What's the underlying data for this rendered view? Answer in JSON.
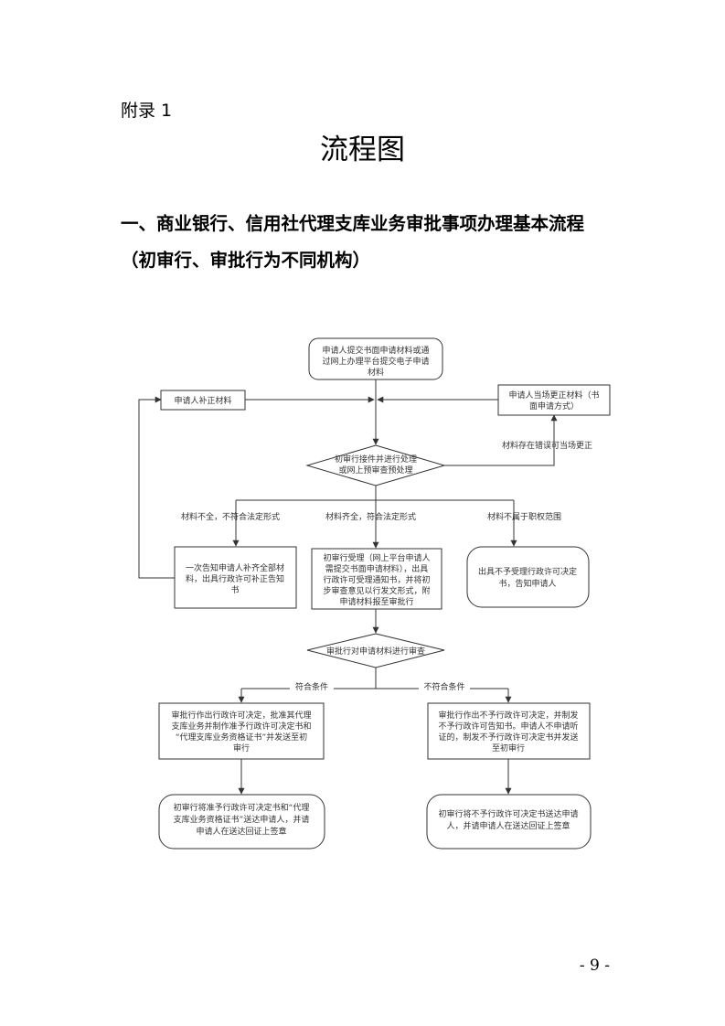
{
  "header": {
    "appendix_label": "附录 1",
    "title": "流程图",
    "heading": "一、商业银行、信用社代理支库业务审批事项办理基本流程",
    "subheading": "（初审行、审批行为不同机构）"
  },
  "flowchart": {
    "start_box": [
      "申请人提交书面申请材料或通",
      "过网上办理平台提交电子申请",
      "材料"
    ],
    "supplement_box": "申请人补正材料",
    "onsite_correction_box": [
      "申请人当场更正材料（书",
      "面申请方式）"
    ],
    "preliminary_diamond": [
      "初审行接件并进行处理",
      "或网上预审查预处理"
    ],
    "onsite_correction_label": "材料存在错误可当场更正",
    "incomplete_label": "材料不全，不符合法定形式",
    "complete_label": "材料齐全，符合法定形式",
    "out_of_scope_label": "材料不属于职权范围",
    "notify_box": [
      "一次告知申请人补齐全部材",
      "料，出具行政许可补正告知",
      "书"
    ],
    "accept_box": [
      "初审行受理（网上平台申请人",
      "需提交书面申请材料），出具",
      "行政许可受理通知书，并将初",
      "步审查意见以行发文形式，附",
      "申请材料报至审批行"
    ],
    "reject_box": [
      "出具不予受理行政许可决定",
      "书，告知申请人"
    ],
    "review_diamond": "审批行对申请材料进行审查",
    "meets_label": "符合条件",
    "not_meets_label": "不符合条件",
    "approve_box": [
      "审批行作出行政许可决定，批准其代理",
      "支库业务并制作准予行政许可决定书和",
      "“代理支库业务资格证书”并发送至初",
      "审行"
    ],
    "deny_box": [
      "审批行作出不予行政许可决定，并制发",
      "不予行政许可告知书。申请人不申请听",
      "证的，制发不予行政许可决定书并发送",
      "至初审行"
    ],
    "approve_deliver_box": [
      "初审行将准予行政许可决定书和“代理",
      "支库业务资格证书”送达申请人，并请",
      "申请人在送达回证上签章"
    ],
    "deny_deliver_box": [
      "初审行将不予行政许可决定书送达申请",
      "人，并请申请人在送达回证上签章"
    ]
  },
  "footer": {
    "page_number": "- 9 -"
  }
}
